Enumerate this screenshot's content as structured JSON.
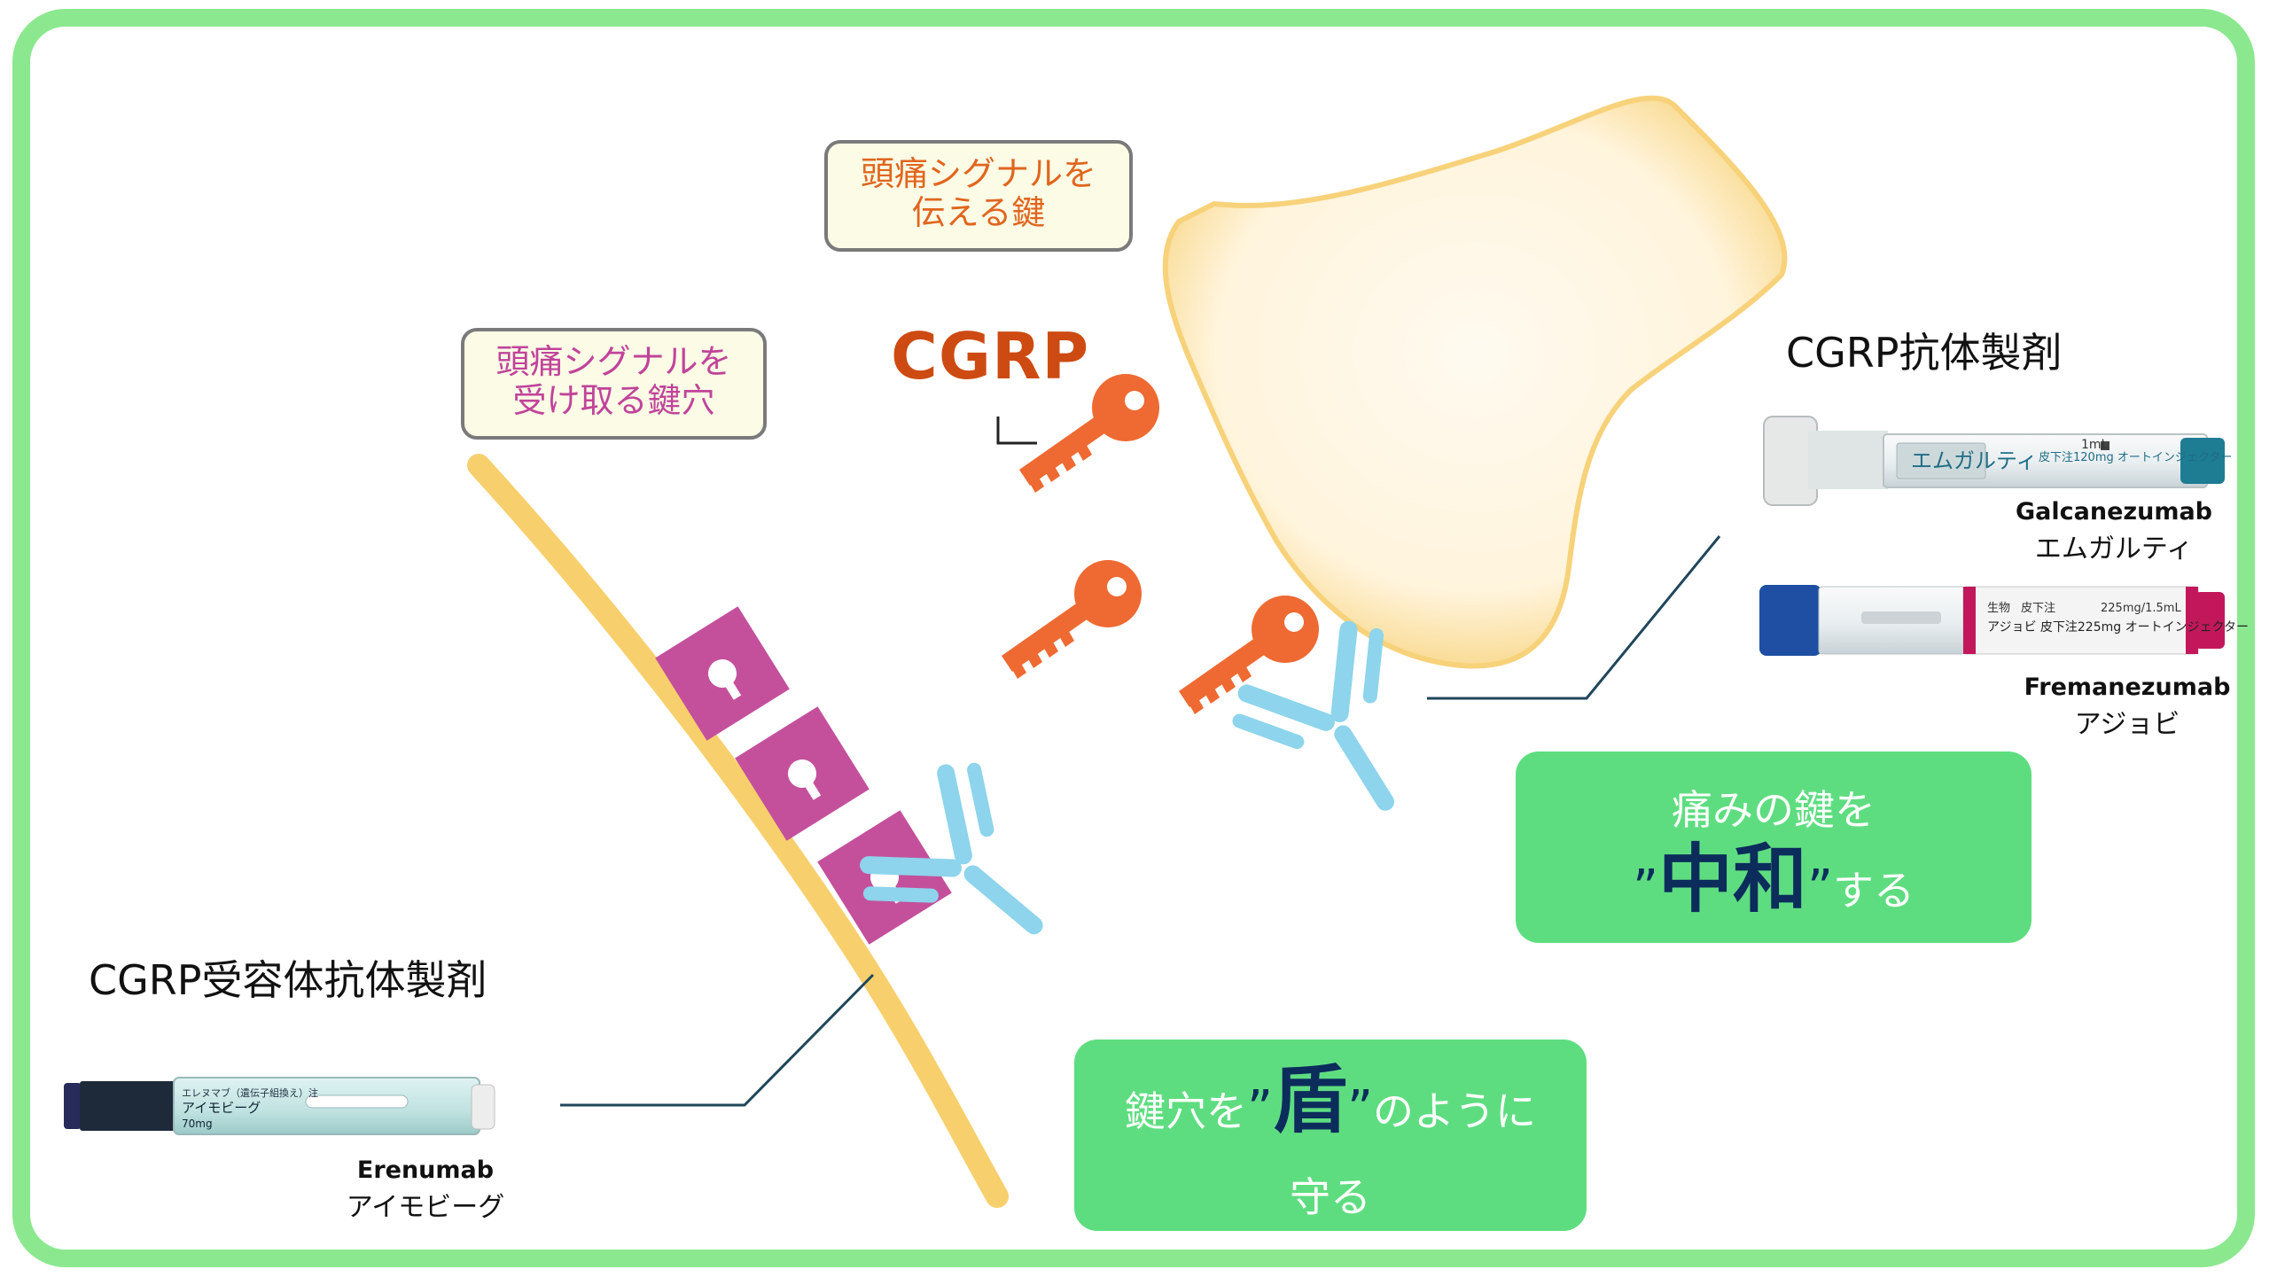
{
  "callouts": {
    "key_signal": {
      "line1": "頭痛シグナルを",
      "line2": "伝える鍵",
      "color": "#e0661e"
    },
    "lock_receive": {
      "line1": "頭痛シグナルを",
      "line2": "受け取る鍵穴",
      "color": "#c0449a"
    }
  },
  "cgrp_label": "CGRP",
  "headings": {
    "antibody_drug": "CGRP抗体製剤",
    "receptor_antibody_drug": "CGRP受容体抗体製剤"
  },
  "drugs": {
    "galcanezumab": {
      "en": "Galcanezumab",
      "ja": "エムガルティ",
      "pen_label": "エムガルティ",
      "pen_small": "皮下注120mg オートインジェクター",
      "pen_dose": "1mL"
    },
    "fremanezumab": {
      "en": "Fremanezumab",
      "ja": "アジョビ",
      "pen_label": "アジョビ 皮下注225mg オートインジェクター",
      "pen_tag1": "生物",
      "pen_tag2": "皮下注",
      "pen_dose": "225mg/1.5mL"
    },
    "erenumab": {
      "en": "Erenumab",
      "ja": "アイモビーグ",
      "pen_label": "アイモビーグ",
      "pen_sub": "エレヌマブ（遺伝子組換え）注",
      "pen_dose": "70mg"
    }
  },
  "boxes": {
    "neutralize": {
      "line1": "痛みの鍵を",
      "quote_open": "”",
      "big": "中和",
      "quote_close": "”",
      "suffix": "する"
    },
    "shield": {
      "prefix": "鍵穴を",
      "quote_open": "”",
      "big": "盾",
      "quote_close": "”",
      "suffix": "のように",
      "line2": "守る"
    }
  },
  "colors": {
    "frame": "#8be88f",
    "green_box": "#5edd80",
    "key": "#ee6a32",
    "receptor": "#c4509c",
    "antibody": "#8dd4ec",
    "membrane": "#f7cf6c",
    "cell": "#fde6b0",
    "leader_line": "#20465a"
  }
}
